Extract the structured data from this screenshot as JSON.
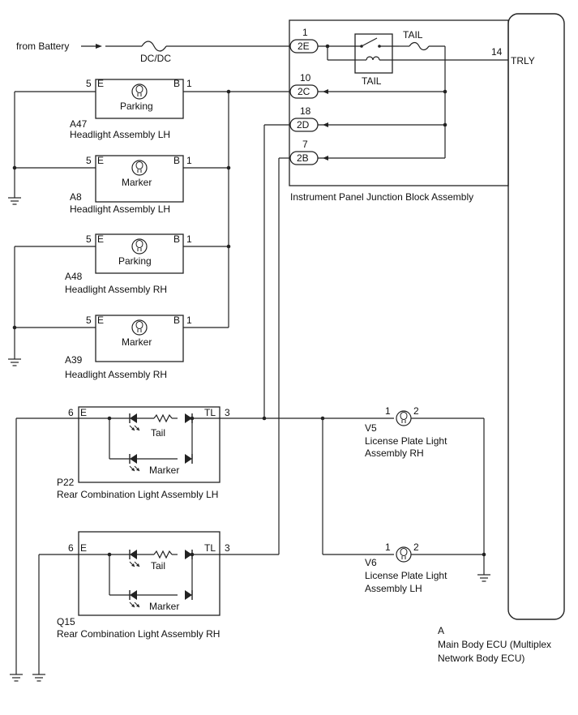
{
  "battery": {
    "label": "from Battery",
    "fuse": "DC/DC"
  },
  "junction_block": {
    "name": "Instrument Panel Junction Block Assembly",
    "connectors": [
      {
        "code": "2E",
        "pin": "1"
      },
      {
        "code": "2C",
        "pin": "10"
      },
      {
        "code": "2D",
        "pin": "18"
      },
      {
        "code": "2B",
        "pin": "7"
      }
    ],
    "relay_label": "TAIL",
    "fuse_label": "TAIL",
    "output_pin": "14",
    "output_label": "TRLY"
  },
  "ecu": {
    "ref": "A",
    "name_line1": "Main Body ECU (Multiplex",
    "name_line2": "Network Body ECU)"
  },
  "headlights": [
    {
      "ref": "A47",
      "name": "Headlight Assembly LH",
      "lamp": "Parking",
      "pin_e": "5",
      "pin_b": "1",
      "e": "E",
      "b": "B"
    },
    {
      "ref": "A8",
      "name": "Headlight Assembly LH",
      "lamp": "Marker",
      "pin_e": "5",
      "pin_b": "1",
      "e": "E",
      "b": "B"
    },
    {
      "ref": "A48",
      "name": "Headlight Assembly RH",
      "lamp": "Parking",
      "pin_e": "5",
      "pin_b": "1",
      "e": "E",
      "b": "B"
    },
    {
      "ref": "A39",
      "name": "Headlight Assembly RH",
      "lamp": "Marker",
      "pin_e": "5",
      "pin_b": "1",
      "e": "E",
      "b": "B"
    }
  ],
  "rear_lights": [
    {
      "ref": "P22",
      "name": "Rear Combination Light Assembly LH",
      "pin_e": "6",
      "pin_tl": "3",
      "e": "E",
      "tl": "TL",
      "lamp1": "Tail",
      "lamp2": "Marker"
    },
    {
      "ref": "Q15",
      "name": "Rear Combination Light Assembly RH",
      "pin_e": "6",
      "pin_tl": "3",
      "e": "E",
      "tl": "TL",
      "lamp1": "Tail",
      "lamp2": "Marker"
    }
  ],
  "license_lights": [
    {
      "ref": "V5",
      "line1": "License Plate Light",
      "line2": "Assembly RH",
      "pin1": "1",
      "pin2": "2"
    },
    {
      "ref": "V6",
      "line1": "License Plate Light",
      "line2": "Assembly LH",
      "pin1": "1",
      "pin2": "2"
    }
  ]
}
